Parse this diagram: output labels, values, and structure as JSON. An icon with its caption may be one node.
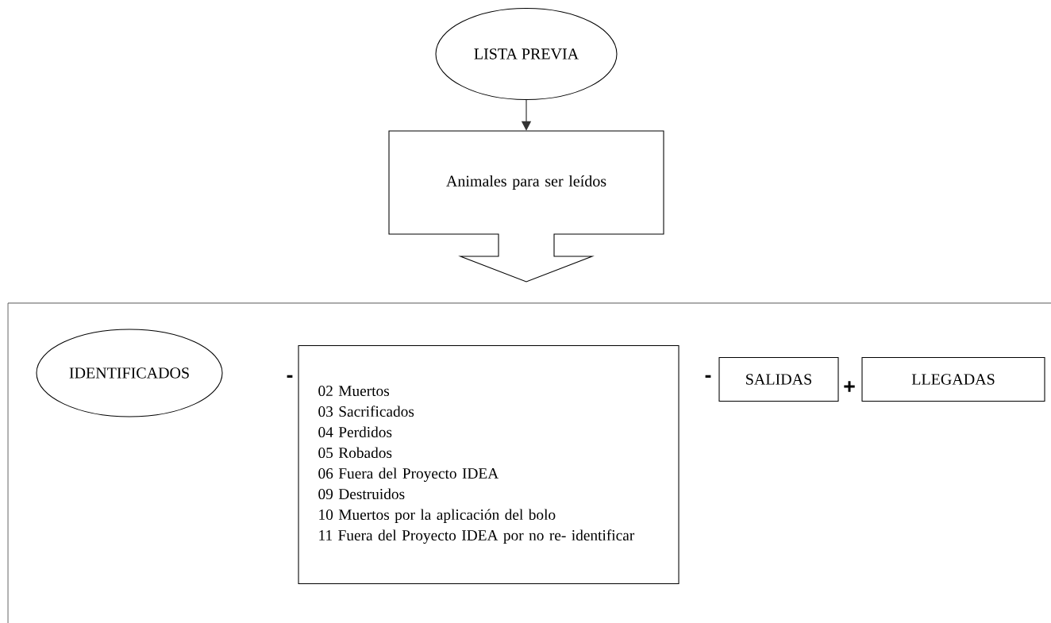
{
  "diagram": {
    "nodes": [
      {
        "text": [
          "LISTA PREVIA"
        ]
      },
      {
        "text": [
          "Animales para ser leídos"
        ]
      },
      {
        "text": [
          "IDENTIFICADOS"
        ]
      },
      {
        "text": [
          "02 Muertos",
          "03 Sacrificados",
          "04 Perdidos",
          "05 Robados",
          "06 Fuera del Proyecto IDEA",
          "09 Destruidos",
          "10 Muertos por la aplicación del bolo",
          "11 Fuera del Proyecto IDEA por no re- identificar"
        ]
      },
      {
        "text": [
          "SALIDAS"
        ]
      },
      {
        "text": [
          "LLEGADAS"
        ]
      }
    ],
    "edges": [
      {
        "from": 0,
        "to": 1,
        "arrow": "to"
      }
    ],
    "labels": [
      "-",
      "-",
      "+"
    ]
  }
}
